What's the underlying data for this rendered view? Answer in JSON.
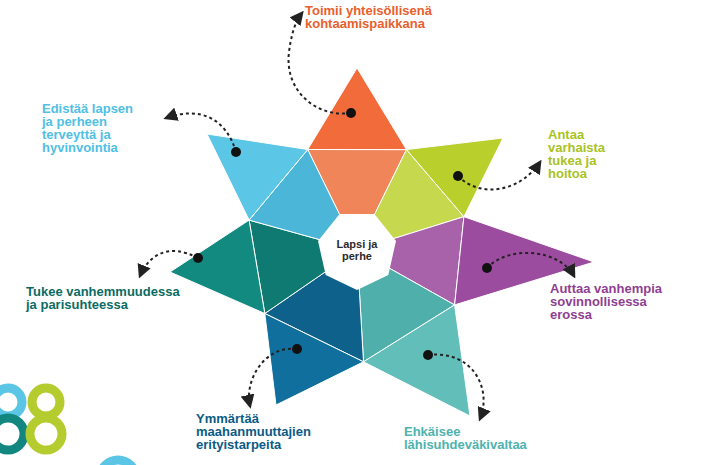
{
  "diagram": {
    "nodes": [
      {
        "text": [
          "Lapsi ja perhe"
        ]
      }
    ],
    "labels": [
      "Toimii yhteisöllisenä kohtaamispaikkana",
      "Edistää lapsen ja perheen terveyttä ja hyvinvointia",
      "Antaa varhaista tukea ja hoitoa",
      "Tukee vanhemmuudessa ja parisuhteessa",
      "Auttaa vanhempia sovinnollisessa erossa",
      "Ymmärtää maahanmuuttajien erityistarpeita",
      "Ehkäisee lähisuhdeväkivaltaa"
    ]
  }
}
